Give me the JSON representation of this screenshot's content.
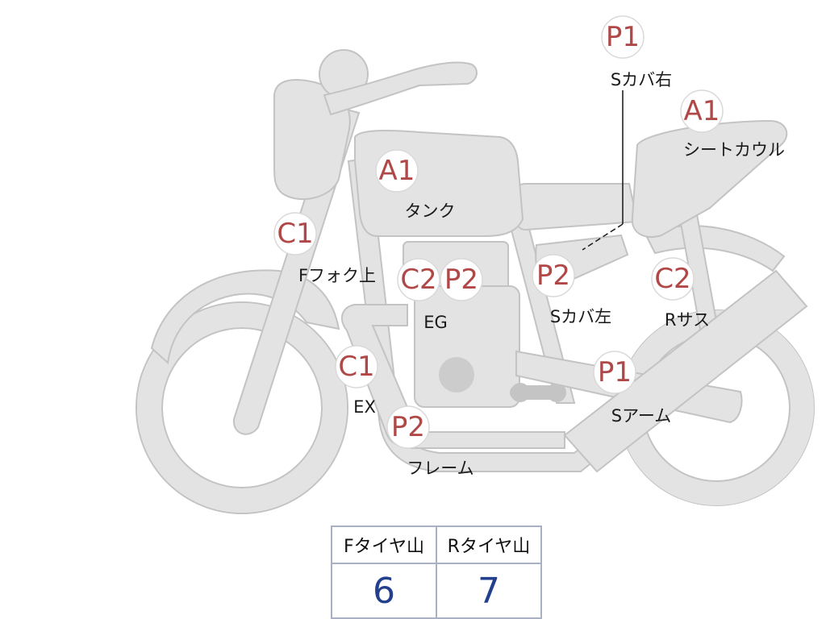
{
  "parts": [
    {
      "id": "s-cover-right",
      "code": "P1",
      "name": "Sカバ右"
    },
    {
      "id": "seat-cowl",
      "code": "A1",
      "name": "シートカウル"
    },
    {
      "id": "tank",
      "code": "A1",
      "name": "タンク"
    },
    {
      "id": "f-fork-upper",
      "code": "C1",
      "name": "Fフォク上"
    },
    {
      "id": "engine-c2",
      "code": "C2",
      "name": ""
    },
    {
      "id": "engine-p2",
      "code": "P2",
      "name": ""
    },
    {
      "id": "engine-label",
      "code": "",
      "name": "EG"
    },
    {
      "id": "s-cover-left",
      "code": "P2",
      "name": "Sカバ左"
    },
    {
      "id": "r-suspension",
      "code": "C2",
      "name": "Rサス"
    },
    {
      "id": "exhaust",
      "code": "C1",
      "name": "EX"
    },
    {
      "id": "swingarm",
      "code": "P1",
      "name": "Sアーム"
    },
    {
      "id": "frame",
      "code": "P2",
      "name": "フレーム"
    }
  ],
  "tire_tread": {
    "front_label": "Fタイヤ山",
    "rear_label": "Rタイヤ山",
    "front_value": "6",
    "rear_value": "7"
  },
  "colors": {
    "code_text": "#b04848",
    "tread_value": "#23408e",
    "body_fill": "#e3e3e3",
    "table_border": "#a9b0c4"
  }
}
